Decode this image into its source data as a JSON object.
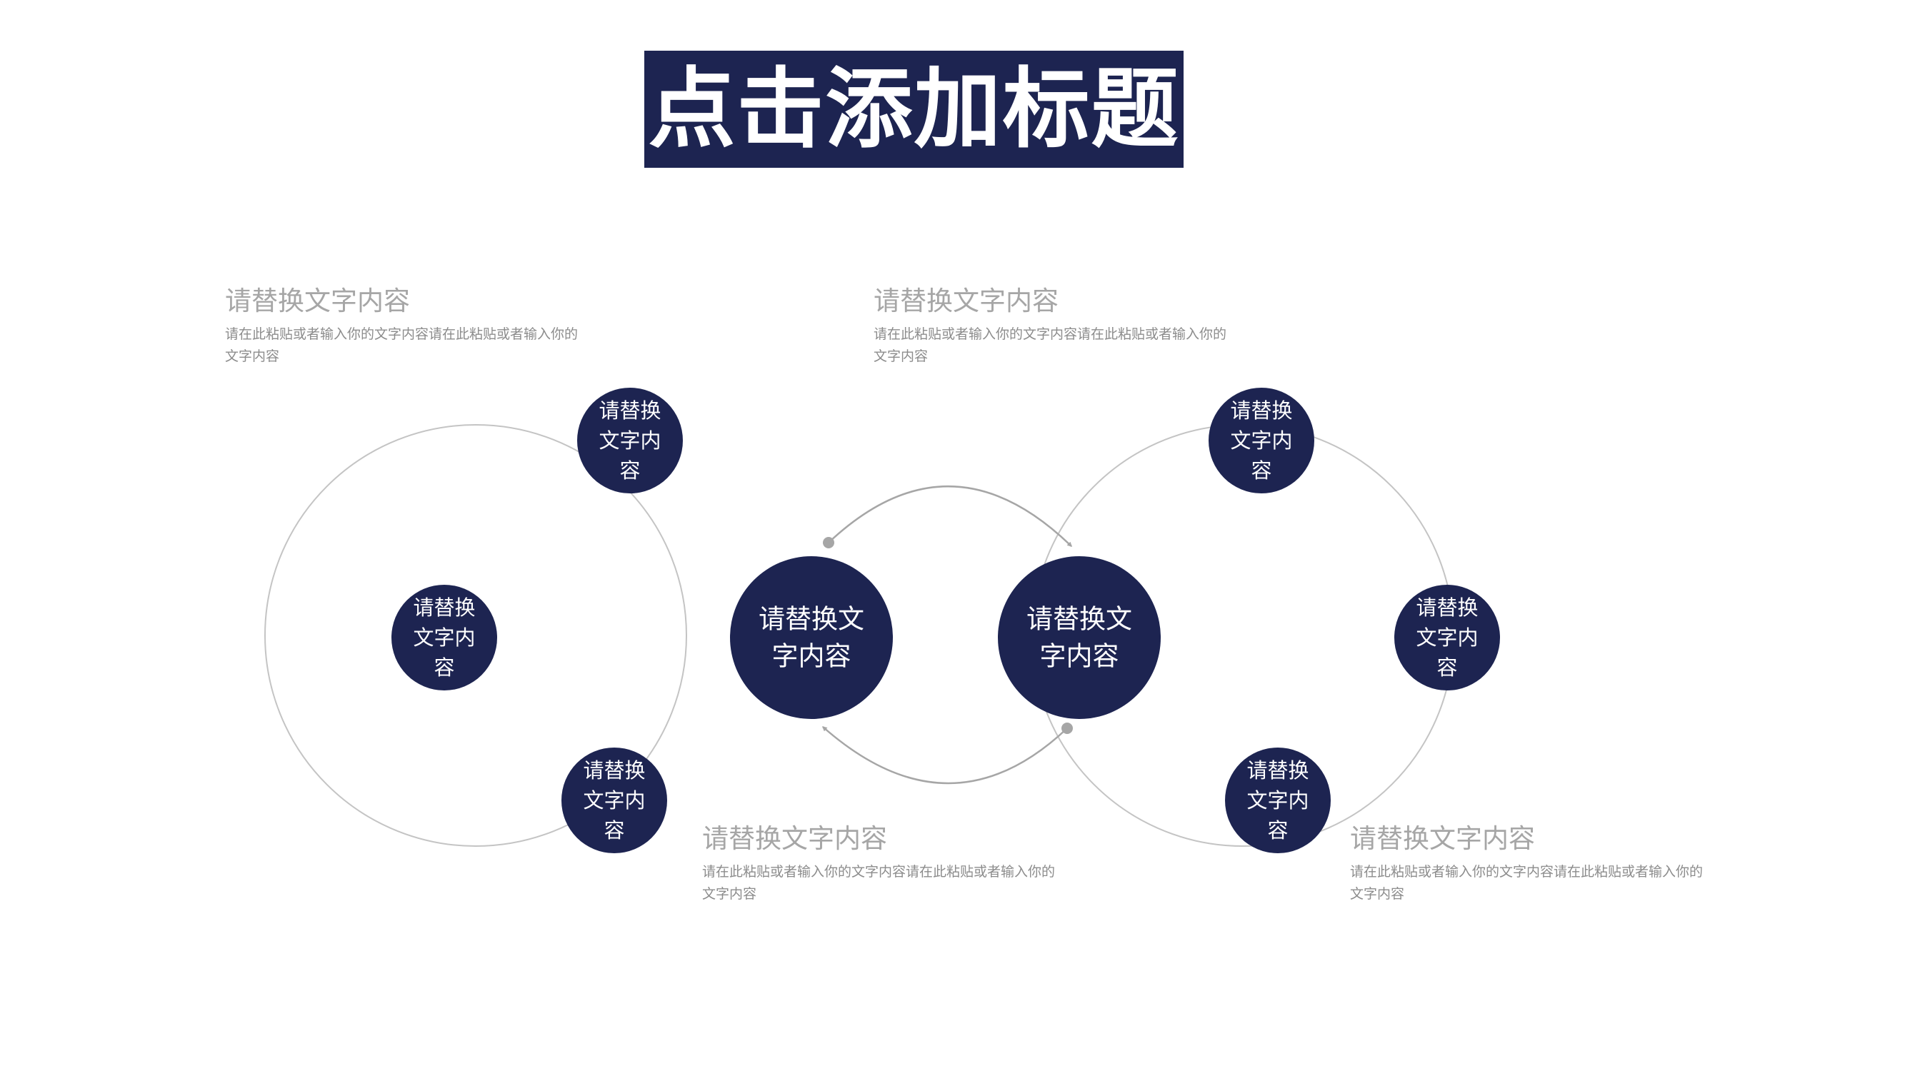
{
  "title": "点击添加标题",
  "text_blocks": [
    {
      "heading": "请替换文字内容",
      "body": "请在此粘贴或者输入你的文字内容请在此粘贴或者输入你的文字内容"
    },
    {
      "heading": "请替换文字内容",
      "body": "请在此粘贴或者输入你的文字内容请在此粘贴或者输入你的文字内容"
    },
    {
      "heading": "请替换文字内容",
      "body": "请在此粘贴或者输入你的文字内容请在此粘贴或者输入你的文字内容"
    },
    {
      "heading": "请替换文字内容",
      "body": "请在此粘贴或者输入你的文字内容请在此粘贴或者输入你的文字内容"
    }
  ],
  "center_nodes": [
    [
      "请替换文",
      "字内容"
    ],
    [
      "请替换文",
      "字内容"
    ]
  ],
  "left_nodes": [
    [
      "请替换",
      "文字内",
      "容"
    ],
    [
      "请替换",
      "文字内",
      "容"
    ],
    [
      "请替换",
      "文字内",
      "容"
    ]
  ],
  "right_nodes": [
    [
      "请替换",
      "文字内",
      "容"
    ],
    [
      "请替换",
      "文字内",
      "容"
    ],
    [
      "请替换",
      "文字内",
      "容"
    ]
  ],
  "colors": {
    "node_fill": "#1d2451",
    "node_text": "#ffffff",
    "ring_line": "#c4c4c4",
    "arrow": "#a6a6a6"
  }
}
